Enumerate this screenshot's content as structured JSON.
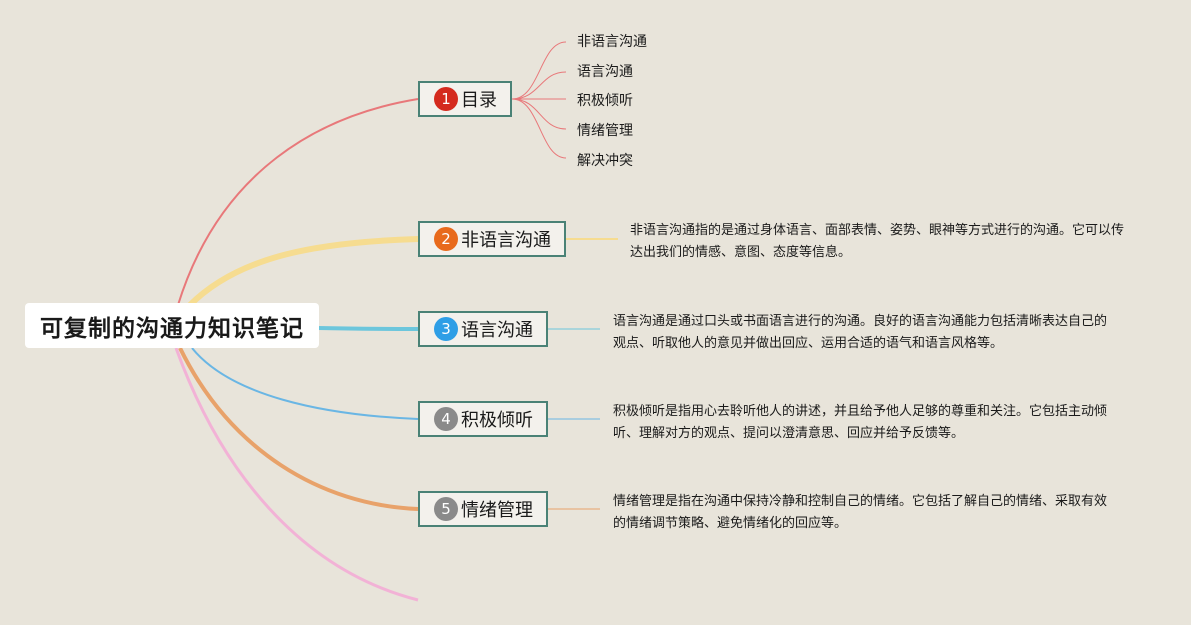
{
  "root": {
    "title": "可复制的沟通力知识笔记"
  },
  "branches": [
    {
      "num": "1",
      "label": "目录",
      "badge_color": "#d42a1e",
      "line_color": "#e8787a"
    },
    {
      "num": "2",
      "label": "非语言沟通",
      "badge_color": "#e86a1c",
      "line_color": "#f6dc90",
      "desc": "非语言沟通指的是通过身体语言、面部表情、姿势、眼神等方式进行的沟通。它可以传达出我们的情感、意图、态度等信息。"
    },
    {
      "num": "3",
      "label": "语言沟通",
      "badge_color": "#2e9ee6",
      "line_color": "#6cc6dc",
      "desc": "语言沟通是通过口头或书面语言进行的沟通。良好的语言沟通能力包括清晰表达自己的观点、听取他人的意见并做出回应、运用合适的语气和语言风格等。"
    },
    {
      "num": "4",
      "label": "积极倾听",
      "badge_color": "#8a8a8a",
      "line_color": "#6ab6e4",
      "desc": "积极倾听是指用心去聆听他人的讲述，并且给予他人足够的尊重和关注。它包括主动倾听、理解对方的观点、提问以澄清意思、回应并给予反馈等。"
    },
    {
      "num": "5",
      "label": "情绪管理",
      "badge_color": "#8a8a8a",
      "line_color": "#e8a26a",
      "desc": "情绪管理是指在沟通中保持冷静和控制自己的情绪。它包括了解自己的情绪、采取有效的情绪调节策略、避免情绪化的回应等。"
    }
  ],
  "toc": [
    "非语言沟通",
    "语言沟通",
    "积极倾听",
    "情绪管理",
    "解决冲突"
  ],
  "colors": {
    "background": "#e8e4da",
    "node_border": "#4a8276",
    "extra_branch": "#f2b2d6"
  }
}
